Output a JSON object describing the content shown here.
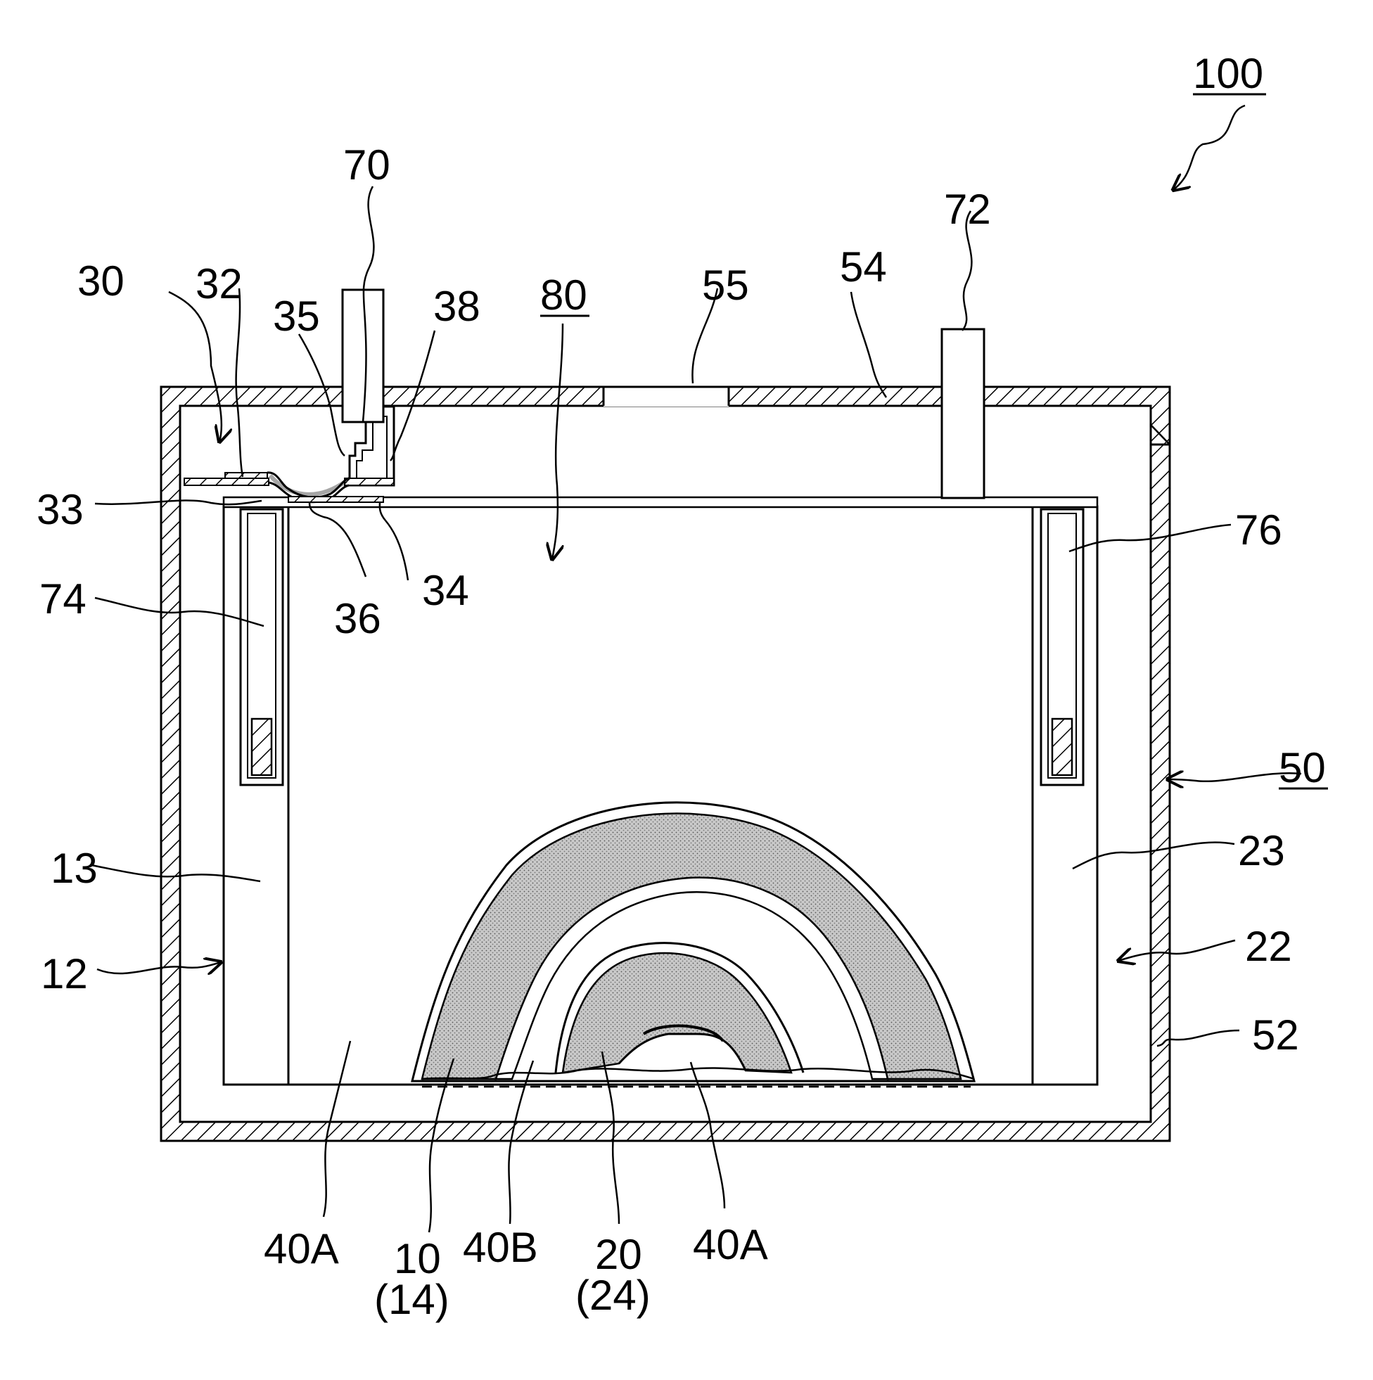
{
  "figure": {
    "labels": {
      "l100": "100",
      "l70": "70",
      "l72": "72",
      "l30": "30",
      "l32": "32",
      "l35": "35",
      "l38": "38",
      "l80": "80",
      "l55": "55",
      "l54": "54",
      "l33": "33",
      "l34": "34",
      "l36": "36",
      "l74": "74",
      "l76": "76",
      "l50": "50",
      "l13": "13",
      "l23": "23",
      "l12": "12",
      "l22": "22",
      "l52": "52",
      "l40a_left": "40A",
      "l10": "10",
      "l14": "(14)",
      "l40b": "40B",
      "l20": "20",
      "l24": "(24)",
      "l40a_right": "40A"
    }
  }
}
